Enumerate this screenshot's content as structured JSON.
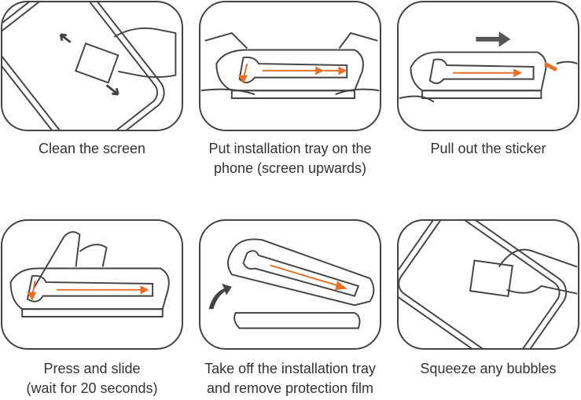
{
  "steps": [
    {
      "caption_line1": "Clean the screen",
      "caption_line2": ""
    },
    {
      "caption_line1": "Put installation tray on the",
      "caption_line2": "phone (screen upwards)"
    },
    {
      "caption_line1": "Pull out the sticker",
      "caption_line2": ""
    },
    {
      "caption_line1": "Press and slide",
      "caption_line2": "(wait for 20 seconds)"
    },
    {
      "caption_line1": "Take off the installation tray",
      "caption_line2": "and remove protection film"
    },
    {
      "caption_line1": "Squeeze any bubbles",
      "caption_line2": ""
    }
  ],
  "colors": {
    "outline": "#444444",
    "accent": "#e8712a",
    "arrow": "#555555"
  }
}
